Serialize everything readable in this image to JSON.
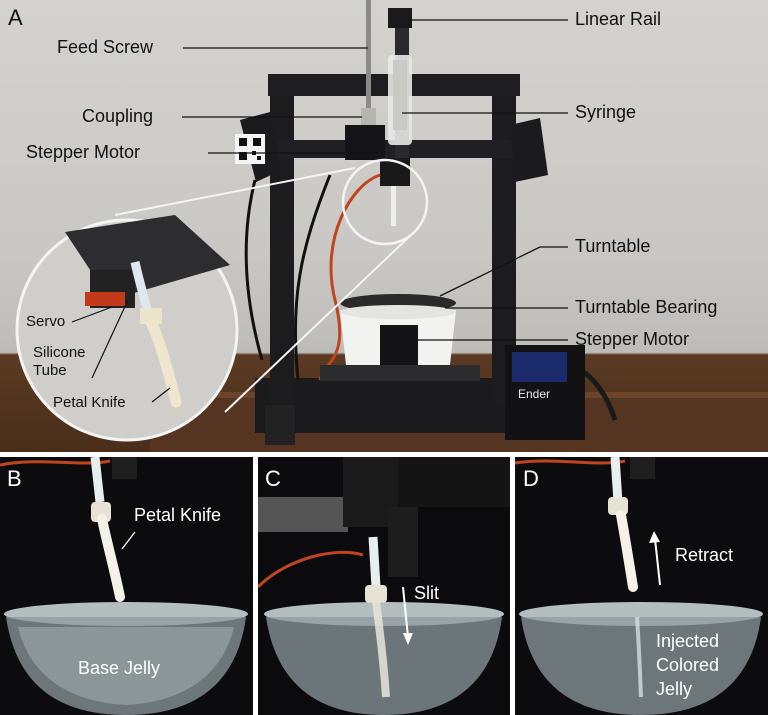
{
  "panels": {
    "a": {
      "letter": "A"
    },
    "b": {
      "letter": "B"
    },
    "c": {
      "letter": "C"
    },
    "d": {
      "letter": "D"
    }
  },
  "labels": {
    "linear_rail": "Linear Rail",
    "feed_screw": "Feed Screw",
    "coupling": "Coupling",
    "syringe": "Syringe",
    "stepper_motor_top": "Stepper Motor",
    "turntable": "Turntable",
    "turntable_bearing": "Turntable Bearing",
    "stepper_motor_bottom": "Stepper Motor",
    "servo": "Servo",
    "silicone": "Silicone",
    "tube": "Tube",
    "petal_knife_inset": "Petal Knife",
    "printer_brand": "Ender",
    "petal_knife_b": "Petal Knife",
    "base_jelly": "Base Jelly",
    "slit": "Slit",
    "retract": "Retract",
    "injected": "Injected",
    "colored": "Colored",
    "jelly": "Jelly"
  },
  "colors": {
    "frame": "#1c1c1e",
    "wall": "#cbcac7",
    "table": "#4f311c",
    "white_part": "#f2f2f0",
    "servo_red": "#c23a1a",
    "label_line": "#111111",
    "jelly_bowl": "#b9c4c6"
  }
}
